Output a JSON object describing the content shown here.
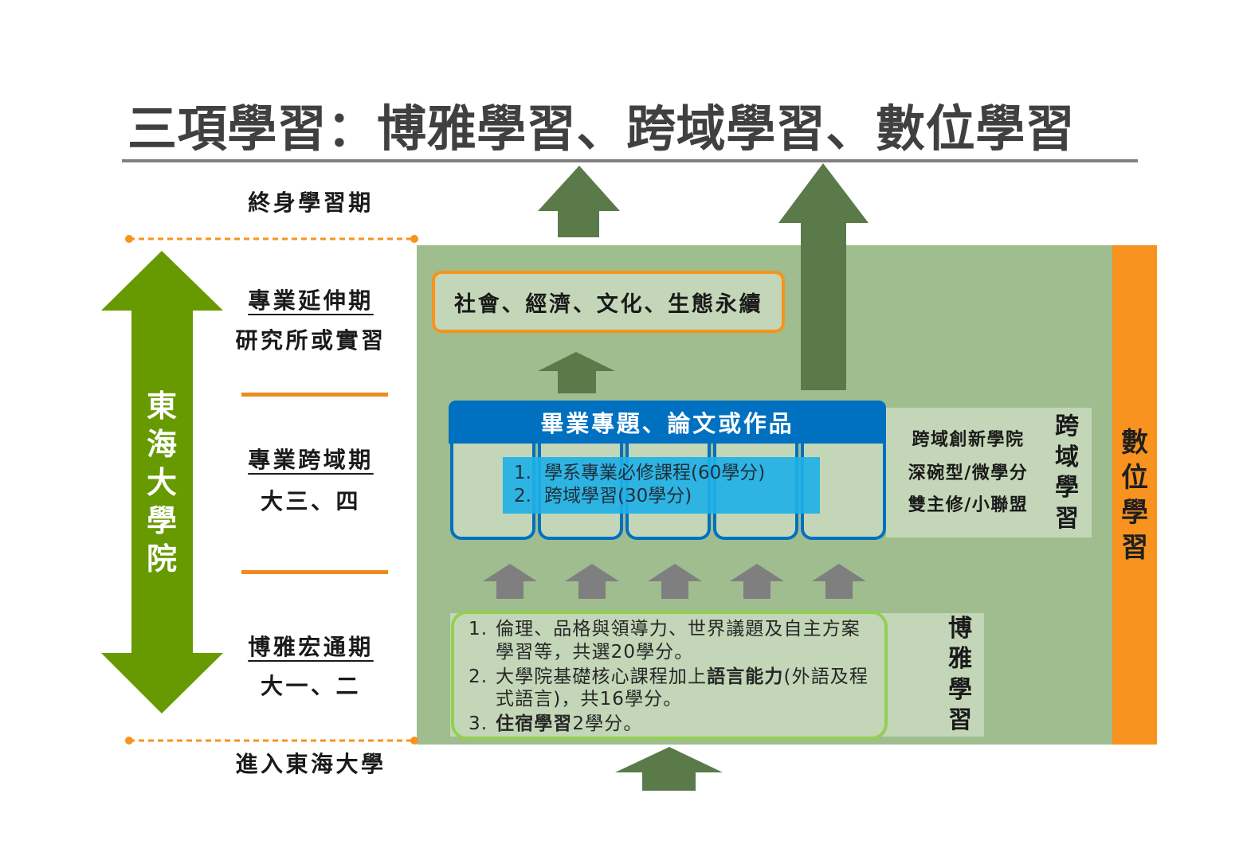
{
  "title": "三項學習：博雅學習、跨域學習、數位學習",
  "colors": {
    "title_text": "#404040",
    "timeline_arrow": "#669a00",
    "divider_orange": "#f7931e",
    "main_panel": "#9fbd8f",
    "inner_panel": "#c3d6b8",
    "flow_arrow": "#5a7a4a",
    "gray_arrow": "#7f7f7f",
    "capstone_blue": "#0070c0",
    "requirements_cyan": "#1eb0e8",
    "liberal_arts_border": "#92d050",
    "digital_bar": "#f7931e"
  },
  "timeline": {
    "lifelong_stage": "終身學習期",
    "university": "東海大學院",
    "stages": [
      {
        "name": "專業延伸期",
        "period": "研究所或實習"
      },
      {
        "name": "專業跨域期",
        "period": "大三、四"
      },
      {
        "name": "博雅宏通期",
        "period": "大一、二"
      }
    ],
    "entry": "進入東海大學"
  },
  "sustainability_goal": "社會、經濟、文化、生態永續",
  "capstone": {
    "title": "畢業專題、論文或作品",
    "requirements": [
      {
        "num": "1.",
        "text": "學系專業必修課程(60學分)"
      },
      {
        "num": "2.",
        "text": "跨域學習(30學分)"
      }
    ]
  },
  "cross_domain": {
    "label": "跨域學習",
    "programs": [
      "跨域創新學院",
      "深碗型/微學分",
      "雙主修/小聯盟"
    ]
  },
  "liberal_arts": {
    "label": "博雅學習",
    "items": [
      {
        "num": "1.",
        "line1": "倫理、品格與領導力、世界議題及自主方案",
        "line2": "學習等，共選20學分。"
      },
      {
        "num": "2.",
        "line1_start": "大學院基礎核心課程加上",
        "line1_bold": "語言能力",
        "line1_end": "(外語及程",
        "line2": "式語言)，共16學分。"
      },
      {
        "num": "3.",
        "bold": "住宿學習",
        "rest": "2學分。"
      }
    ]
  },
  "digital": {
    "label": "數位學習"
  }
}
